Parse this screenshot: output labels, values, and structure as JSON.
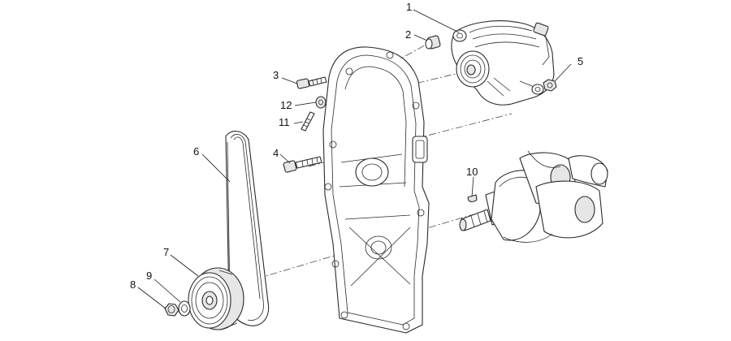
{
  "callouts": [
    {
      "id": "1",
      "text": "1"
    },
    {
      "id": "2",
      "text": "2"
    },
    {
      "id": "3",
      "text": "3"
    },
    {
      "id": "4",
      "text": "4"
    },
    {
      "id": "5",
      "text": "5"
    },
    {
      "id": "6",
      "text": "6"
    },
    {
      "id": "7",
      "text": "7"
    },
    {
      "id": "8",
      "text": "8"
    },
    {
      "id": "9",
      "text": "9"
    },
    {
      "id": "10",
      "text": "10"
    },
    {
      "id": "11",
      "text": "11"
    },
    {
      "id": "12",
      "text": "12"
    }
  ],
  "parts": [
    {
      "ref": "1",
      "icon": "alternator-icon"
    },
    {
      "ref": "2",
      "icon": "spacer-bushing-icon"
    },
    {
      "ref": "3",
      "icon": "bolt-icon"
    },
    {
      "ref": "4",
      "icon": "bolt-icon"
    },
    {
      "ref": "5",
      "icon": "hex-nut-icon"
    },
    {
      "ref": "6",
      "icon": "drive-belt-icon"
    },
    {
      "ref": "7",
      "icon": "pulley-icon"
    },
    {
      "ref": "8",
      "icon": "hex-nut-icon"
    },
    {
      "ref": "9",
      "icon": "washer-icon"
    },
    {
      "ref": "10",
      "icon": "woodruff-key-icon"
    },
    {
      "ref": "11",
      "icon": "stud-icon"
    },
    {
      "ref": "12",
      "icon": "washer-icon"
    }
  ],
  "colors": {
    "line": "#2a2a2a",
    "fill": "#ffffff",
    "shade": "#e6e6e6"
  }
}
